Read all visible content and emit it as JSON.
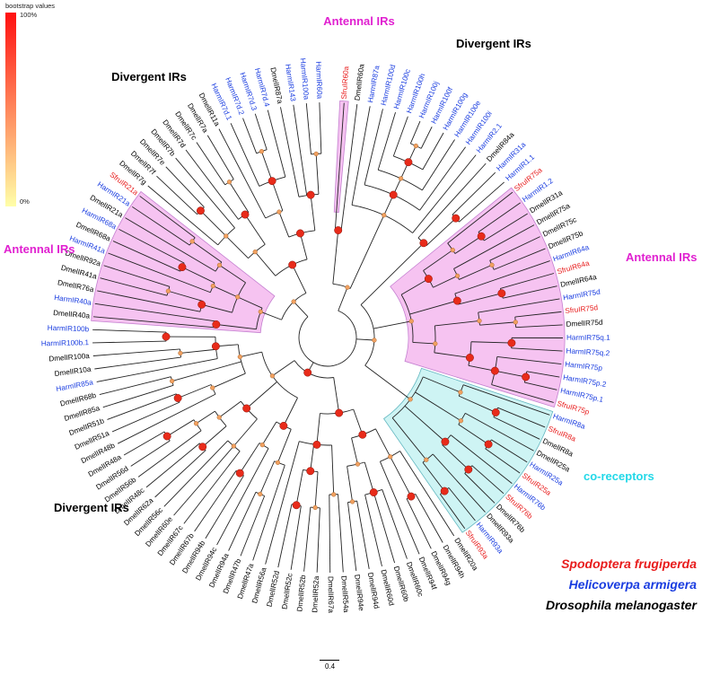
{
  "colorbar": {
    "title": "bootstrap values",
    "max_label": "100%",
    "min_label": "0%"
  },
  "groups": {
    "antennal_top": "Antennal IRs",
    "antennal_left": "Antennal IRs",
    "antennal_right": "Antennal IRs",
    "divergent_top_left": "Divergent IRs",
    "divergent_top_right": "Divergent IRs",
    "divergent_bottom": "Divergent IRs",
    "coreceptors": "co-receptors"
  },
  "colors": {
    "sfru": "#e81c1c",
    "harm": "#1a3de0",
    "dmel": "#000000",
    "antennal_fill": "#f5b9ef",
    "antennal_stroke": "#c47fd0",
    "coreceptor_fill": "#c6f2f2",
    "coreceptor_stroke": "#63b7c0",
    "antennal_text": "#e020d0",
    "coreceptor_text": "#22d8e8",
    "node_strong": "#e82b1a",
    "node_weak": "#f0a060"
  },
  "legend": {
    "sfru": "Spodoptera frugiperda",
    "harm": "Helicoverpa armigera",
    "dmel": "Drosophila melanogaster"
  },
  "scale": {
    "value": "0.4"
  },
  "tree": {
    "leaves": [
      {
        "label": "SfruIR60a",
        "sp": "sfru"
      },
      {
        "label": "DmelIR60a",
        "sp": "dmel"
      },
      {
        "label": "HarmIR87a",
        "sp": "harm"
      },
      {
        "label": "HarmIR100d",
        "sp": "harm"
      },
      {
        "label": "HarmIR100c",
        "sp": "harm"
      },
      {
        "label": "HarmIR100h",
        "sp": "harm"
      },
      {
        "label": "HarmIR100j",
        "sp": "harm"
      },
      {
        "label": "HarmIR100f",
        "sp": "harm"
      },
      {
        "label": "HarmIR100g",
        "sp": "harm"
      },
      {
        "label": "HarmIR100e",
        "sp": "harm"
      },
      {
        "label": "HarmIR100i",
        "sp": "harm"
      },
      {
        "label": "HarmIR2.1",
        "sp": "harm"
      },
      {
        "label": "DmelIR84a",
        "sp": "dmel"
      },
      {
        "label": "HarmIR31a",
        "sp": "harm"
      },
      {
        "label": "HarmIR1.1",
        "sp": "harm"
      },
      {
        "label": "SfruIR75a",
        "sp": "sfru"
      },
      {
        "label": "HarmIR1.2",
        "sp": "harm"
      },
      {
        "label": "DmelIR31a",
        "sp": "dmel"
      },
      {
        "label": "DmelIR75a",
        "sp": "dmel"
      },
      {
        "label": "DmelIR75c",
        "sp": "dmel"
      },
      {
        "label": "DmelIR75b",
        "sp": "dmel"
      },
      {
        "label": "HarmIR64a",
        "sp": "harm"
      },
      {
        "label": "SfruIR64a",
        "sp": "sfru"
      },
      {
        "label": "DmelIR64a",
        "sp": "dmel"
      },
      {
        "label": "HarmIR75d",
        "sp": "harm"
      },
      {
        "label": "SfruIR75d",
        "sp": "sfru"
      },
      {
        "label": "DmelIR75d",
        "sp": "dmel"
      },
      {
        "label": "HarmIR75q.1",
        "sp": "harm"
      },
      {
        "label": "HarmIR75q.2",
        "sp": "harm"
      },
      {
        "label": "HarmIR75p",
        "sp": "harm"
      },
      {
        "label": "HarmIR75p.2",
        "sp": "harm"
      },
      {
        "label": "HarmIR75p.1",
        "sp": "harm"
      },
      {
        "label": "SfruIR75p",
        "sp": "sfru"
      },
      {
        "label": "HarmIR8a",
        "sp": "harm"
      },
      {
        "label": "SfruIR8a",
        "sp": "sfru"
      },
      {
        "label": "DmelIR8a",
        "sp": "dmel"
      },
      {
        "label": "DmelIR25a",
        "sp": "dmel"
      },
      {
        "label": "HarmIR25a",
        "sp": "harm"
      },
      {
        "label": "SfruIR25a",
        "sp": "sfru"
      },
      {
        "label": "HarmIR76b",
        "sp": "harm"
      },
      {
        "label": "SfruIR76b",
        "sp": "sfru"
      },
      {
        "label": "DmelIR76b",
        "sp": "dmel"
      },
      {
        "label": "DmelIR93a",
        "sp": "dmel"
      },
      {
        "label": "HarmIR93a",
        "sp": "harm"
      },
      {
        "label": "SfruIR93a",
        "sp": "sfru"
      },
      {
        "label": "DmelIR20a",
        "sp": "dmel"
      },
      {
        "label": "DmelIR94h",
        "sp": "dmel"
      },
      {
        "label": "DmelIR94g",
        "sp": "dmel"
      },
      {
        "label": "DmelIR94f",
        "sp": "dmel"
      },
      {
        "label": "DmelIR60c",
        "sp": "dmel"
      },
      {
        "label": "DmelIR60b",
        "sp": "dmel"
      },
      {
        "label": "DmelIR60d",
        "sp": "dmel"
      },
      {
        "label": "DmelIR94d",
        "sp": "dmel"
      },
      {
        "label": "DmelIR94e",
        "sp": "dmel"
      },
      {
        "label": "DmelIR54a",
        "sp": "dmel"
      },
      {
        "label": "DmelIR67a",
        "sp": "dmel"
      },
      {
        "label": "DmelIR52a",
        "sp": "dmel"
      },
      {
        "label": "DmelIR52b",
        "sp": "dmel"
      },
      {
        "label": "DmelIR52c",
        "sp": "dmel"
      },
      {
        "label": "DmelIR52d",
        "sp": "dmel"
      },
      {
        "label": "DmelIR56a",
        "sp": "dmel"
      },
      {
        "label": "DmelIR47a",
        "sp": "dmel"
      },
      {
        "label": "DmelIR47b",
        "sp": "dmel"
      },
      {
        "label": "DmelIR94a",
        "sp": "dmel"
      },
      {
        "label": "DmelIR94c",
        "sp": "dmel"
      },
      {
        "label": "DmelIR94b",
        "sp": "dmel"
      },
      {
        "label": "DmelIR67b",
        "sp": "dmel"
      },
      {
        "label": "DmelIR67c",
        "sp": "dmel"
      },
      {
        "label": "DmelIR60e",
        "sp": "dmel"
      },
      {
        "label": "DmelIR56c",
        "sp": "dmel"
      },
      {
        "label": "DmelIR62a",
        "sp": "dmel"
      },
      {
        "label": "DmelIR48c",
        "sp": "dmel"
      },
      {
        "label": "DmelIR56b",
        "sp": "dmel"
      },
      {
        "label": "DmelIR56d",
        "sp": "dmel"
      },
      {
        "label": "DmelIR48a",
        "sp": "dmel"
      },
      {
        "label": "DmelIR48b",
        "sp": "dmel"
      },
      {
        "label": "DmelIR51a",
        "sp": "dmel"
      },
      {
        "label": "DmelIR51b",
        "sp": "dmel"
      },
      {
        "label": "DmelIR85a",
        "sp": "dmel"
      },
      {
        "label": "DmelIR68b",
        "sp": "dmel"
      },
      {
        "label": "HarmIR85a",
        "sp": "harm"
      },
      {
        "label": "DmelIR10a",
        "sp": "dmel"
      },
      {
        "label": "DmelIR100a",
        "sp": "dmel"
      },
      {
        "label": "HarmIR100b.1",
        "sp": "harm"
      },
      {
        "label": "HarmIR100b",
        "sp": "harm"
      },
      {
        "label": "DmelIR40a",
        "sp": "dmel"
      },
      {
        "label": "HarmIR40a",
        "sp": "harm"
      },
      {
        "label": "DmelIR76a",
        "sp": "dmel"
      },
      {
        "label": "DmelIR41a",
        "sp": "dmel"
      },
      {
        "label": "DmelIR92a",
        "sp": "dmel"
      },
      {
        "label": "HarmIR41a",
        "sp": "harm"
      },
      {
        "label": "DmelIR68a",
        "sp": "dmel"
      },
      {
        "label": "HarmIR68a",
        "sp": "harm"
      },
      {
        "label": "DmelIR21a",
        "sp": "dmel"
      },
      {
        "label": "HarmIR21a",
        "sp": "harm"
      },
      {
        "label": "SfruIR21a",
        "sp": "sfru"
      },
      {
        "label": "DmelIR7g",
        "sp": "dmel"
      },
      {
        "label": "DmelIR7f",
        "sp": "dmel"
      },
      {
        "label": "DmelIR7e",
        "sp": "dmel"
      },
      {
        "label": "DmelIR7b",
        "sp": "dmel"
      },
      {
        "label": "DmelIR7d",
        "sp": "dmel"
      },
      {
        "label": "DmelIR7c",
        "sp": "dmel"
      },
      {
        "label": "DmelIR7a",
        "sp": "dmel"
      },
      {
        "label": "DmelIR11a",
        "sp": "dmel"
      },
      {
        "label": "HarmIR7d.1",
        "sp": "harm"
      },
      {
        "label": "HarmIR7d.2",
        "sp": "harm"
      },
      {
        "label": "HarmIR7d.3",
        "sp": "harm"
      },
      {
        "label": "HarmIR7d.4",
        "sp": "harm"
      },
      {
        "label": "DmelIR87a",
        "sp": "dmel"
      },
      {
        "label": "HarmIR143",
        "sp": "harm"
      },
      {
        "label": "HarmIR100a",
        "sp": "harm"
      },
      {
        "label": "HarmIR60a",
        "sp": "harm"
      }
    ]
  }
}
